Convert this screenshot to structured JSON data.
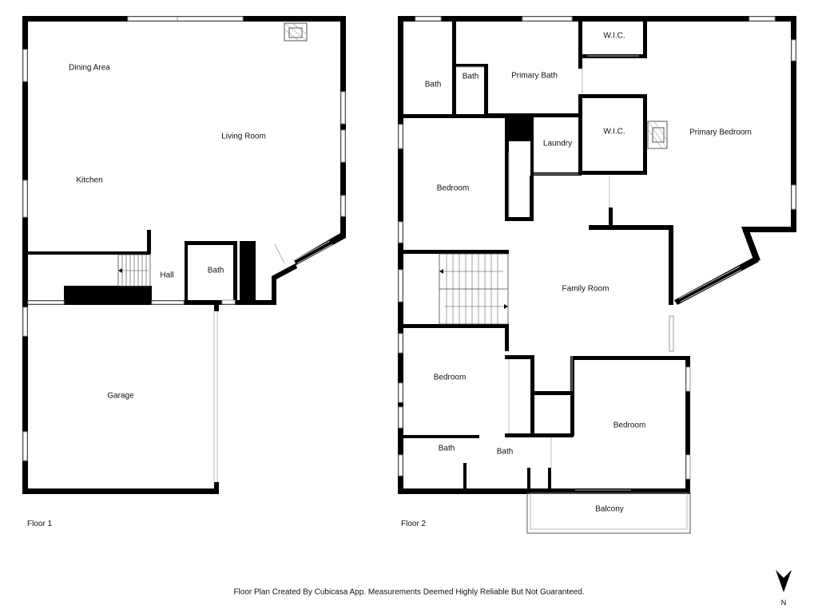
{
  "floors": [
    {
      "label": "Floor 1",
      "rooms": [
        "Dining Area",
        "Living Room",
        "Kitchen",
        "Hall",
        "Bath",
        "Garage"
      ]
    },
    {
      "label": "Floor 2",
      "rooms": [
        "Bath",
        "Bath",
        "Primary Bath",
        "W.I.C.",
        "W.I.C.",
        "Primary Bedroom",
        "Laundry",
        "Bedroom",
        "Family Room",
        "Bedroom",
        "Bedroom",
        "Bath",
        "Bath",
        "Balcony"
      ]
    }
  ],
  "footer": "Floor Plan Created By Cubicasa App. Measurements Deemed Highly Reliable But Not Guaranteed.",
  "compass": {
    "label": "N",
    "icon": "north-arrow-icon"
  },
  "colors": {
    "wall": "#000000",
    "background": "#ffffff"
  }
}
